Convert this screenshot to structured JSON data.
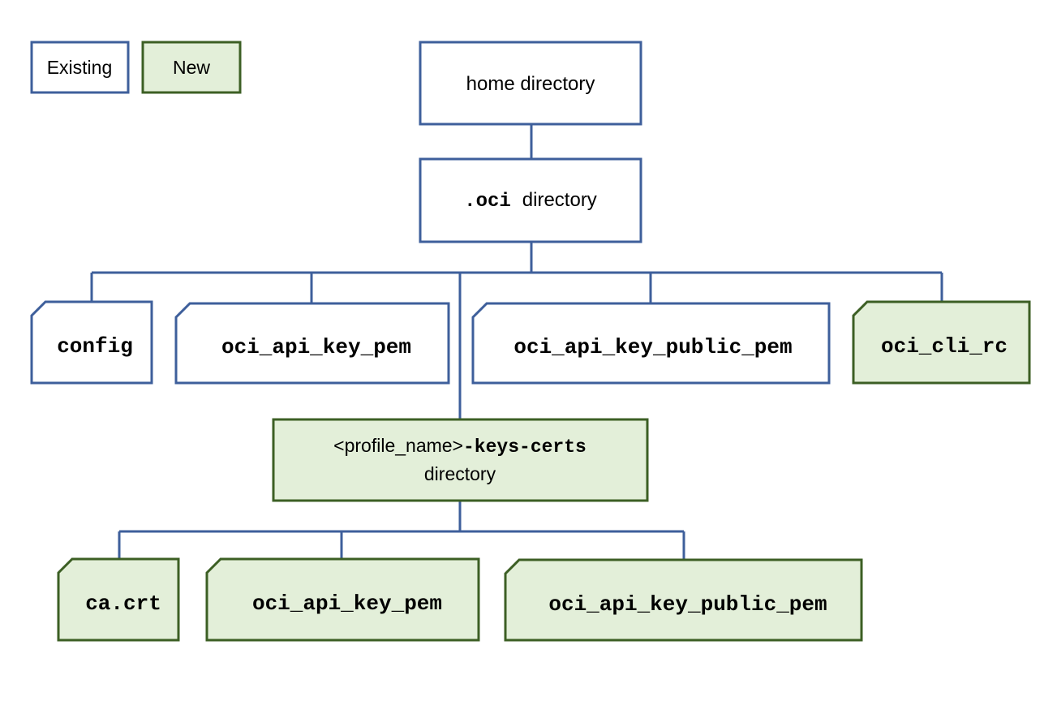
{
  "legend": {
    "existing_label": "Existing",
    "new_label": "New"
  },
  "colors": {
    "existing_stroke": "#3e5f9b",
    "new_stroke": "#3c5f24",
    "new_fill": "#e3efd9",
    "existing_fill": "#ffffff",
    "text": "#000000"
  },
  "nodes": {
    "home": {
      "label": "home directory",
      "status": "existing"
    },
    "oci_dir": {
      "label_code": ".oci",
      "label_text": "directory",
      "status": "existing"
    },
    "config": {
      "label": "config",
      "status": "existing"
    },
    "oci_api_key_pem": {
      "label": "oci_api_key_pem",
      "status": "existing"
    },
    "oci_api_key_public_pem": {
      "label": "oci_api_key_public_pem",
      "status": "existing"
    },
    "oci_cli_rc": {
      "label": "oci_cli_rc",
      "status": "new"
    },
    "keys_certs": {
      "label_prefix": "<profile_name>",
      "label_code": "-keys-certs",
      "label_text": "directory",
      "status": "new"
    },
    "ca_crt": {
      "label": "ca.crt",
      "status": "new"
    },
    "kc_oci_api_key_pem": {
      "label": "oci_api_key_pem",
      "status": "new"
    },
    "kc_oci_api_key_public_pem": {
      "label": "oci_api_key_public_pem",
      "status": "new"
    }
  }
}
